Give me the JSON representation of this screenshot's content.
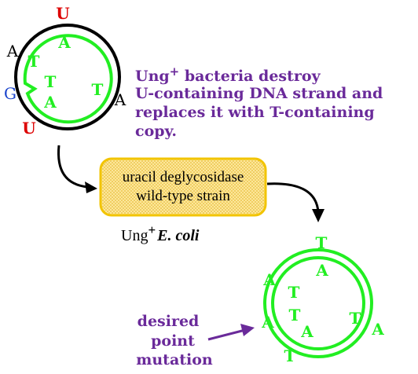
{
  "colors": {
    "strand_green": "#22ee22",
    "strand_black": "#000000",
    "uracil_red": "#dd0000",
    "guanine_blue": "#1a44cc",
    "caption_purple": "#6a2a9a",
    "box_fill": "#fbdc74",
    "box_stroke": "#f2c400",
    "arrow_purple": "#6a2a9a"
  },
  "plasmid_top": {
    "outer_bases": {
      "u_top": "U",
      "a_left": "A",
      "g_left": "G",
      "u_bottom": "U",
      "a_right": "A"
    },
    "inner_bases": {
      "a_top": "A",
      "t_left": "T",
      "t_mid": "T",
      "a_mid": "A",
      "t_right": "T"
    }
  },
  "caption": {
    "line1_prefix": "Ung",
    "line1_sup": "+",
    "line1_rest": " bacteria destroy",
    "line2": "U-containing DNA strand and",
    "line3": "replaces it with T-containing",
    "line4": "copy."
  },
  "process_box": {
    "line1": "uracil deglycosidase",
    "line2": "wild-type strain"
  },
  "strain_label": {
    "prefix": "Ung",
    "sup": "+",
    "species": "E. coli"
  },
  "plasmid_bottom": {
    "bases": {
      "t_top": "T",
      "a_top_inner": "A",
      "a_left_upper": "A",
      "t_inner_1": "T",
      "t_inner_2": "T",
      "a_inner": "A",
      "a_left_lower": "A",
      "t_right_inner": "T",
      "a_right_outer": "A",
      "t_bottom": "T"
    }
  },
  "mutation_label": {
    "line1": "desired",
    "line2": "point",
    "line3": "mutation"
  }
}
